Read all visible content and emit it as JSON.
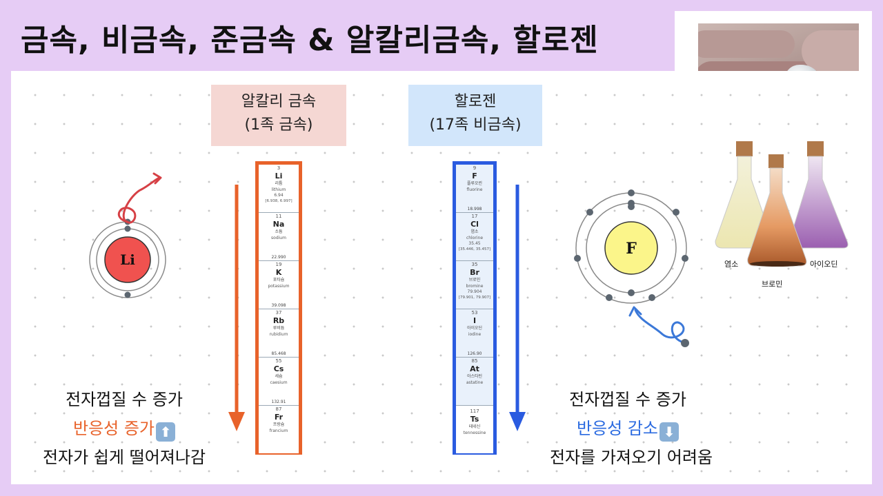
{
  "title": "금속, 비금속, 준금속 & 알칼리금속, 할로젠",
  "alkali": {
    "heading_line1": "알칼리 금속",
    "heading_line2": "(1족 금속)",
    "atom_symbol": "Li",
    "elements": [
      {
        "num": "3",
        "sym": "Li",
        "kn": "리튬",
        "en": "lithium",
        "mass": "6.94",
        "range": "[6.938, 6.997]"
      },
      {
        "num": "11",
        "sym": "Na",
        "kn": "소듐",
        "en": "sodium",
        "mass": "22.990"
      },
      {
        "num": "19",
        "sym": "K",
        "kn": "포타슘",
        "en": "potassium",
        "mass": "39.098"
      },
      {
        "num": "37",
        "sym": "Rb",
        "kn": "루비듐",
        "en": "rubidium",
        "mass": "85.468"
      },
      {
        "num": "55",
        "sym": "Cs",
        "kn": "세슘",
        "en": "caesium",
        "mass": "132.91"
      },
      {
        "num": "87",
        "sym": "Fr",
        "kn": "프랑슘",
        "en": "francium",
        "mass": ""
      }
    ],
    "text_line1": "전자껍질 수 증가",
    "text_line2": "반응성 증가",
    "arrow_emoji": "⬆",
    "text_line3": "전자가 쉽게 떨어져나감"
  },
  "halogen": {
    "heading_line1": "할로젠",
    "heading_line2": "(17족 비금속)",
    "atom_symbol": "F",
    "elements": [
      {
        "num": "9",
        "sym": "F",
        "kn": "플루오린",
        "en": "fluorine",
        "mass": "18.998"
      },
      {
        "num": "17",
        "sym": "Cl",
        "kn": "염소",
        "en": "chlorine",
        "mass": "35.45",
        "range": "[35.446, 35.457]"
      },
      {
        "num": "35",
        "sym": "Br",
        "kn": "브로민",
        "en": "bromine",
        "mass": "79.904",
        "range": "[79.901, 79.907]"
      },
      {
        "num": "53",
        "sym": "I",
        "kn": "아이오딘",
        "en": "iodine",
        "mass": "126.90"
      },
      {
        "num": "85",
        "sym": "At",
        "kn": "아스타틴",
        "en": "astatine",
        "mass": ""
      },
      {
        "num": "117",
        "sym": "Ts",
        "kn": "테네신",
        "en": "tennessine",
        "mass": ""
      }
    ],
    "text_line1": "전자껍질 수 증가",
    "text_line2": "반응성 감소",
    "arrow_emoji": "⬇",
    "text_line3": "전자를 가져오기 어려움"
  },
  "flasks": {
    "label_left": "염소",
    "label_middle": "브로민",
    "label_right": "아이오딘"
  },
  "colors": {
    "background": "#e6ccf5",
    "alkali_accent": "#e8622a",
    "halogen_accent": "#2a5be0",
    "alkali_heading_bg": "#f5d7d3",
    "halogen_heading_bg": "#d2e6fb"
  }
}
